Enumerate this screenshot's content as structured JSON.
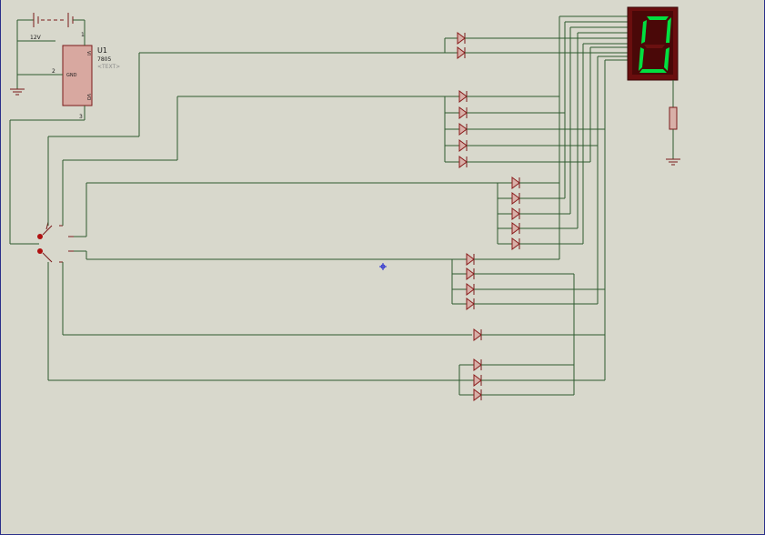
{
  "battery": {
    "label": "12V"
  },
  "regulator": {
    "ref": "U1",
    "part": "7805",
    "text_placeholder": "<TEXT>",
    "pin_vi": "VI",
    "pin_gnd": "GND",
    "pin_vo": "VO",
    "pin1": "1",
    "pin2": "2",
    "pin3": "3"
  },
  "display": {
    "digit_color": "#00e040",
    "off_color": "#6a1010",
    "body_color": "#6a0e0e"
  },
  "colors": {
    "background": "#d8d8cc",
    "wire": "#2e5a2e",
    "component": "#7a1a1a"
  }
}
